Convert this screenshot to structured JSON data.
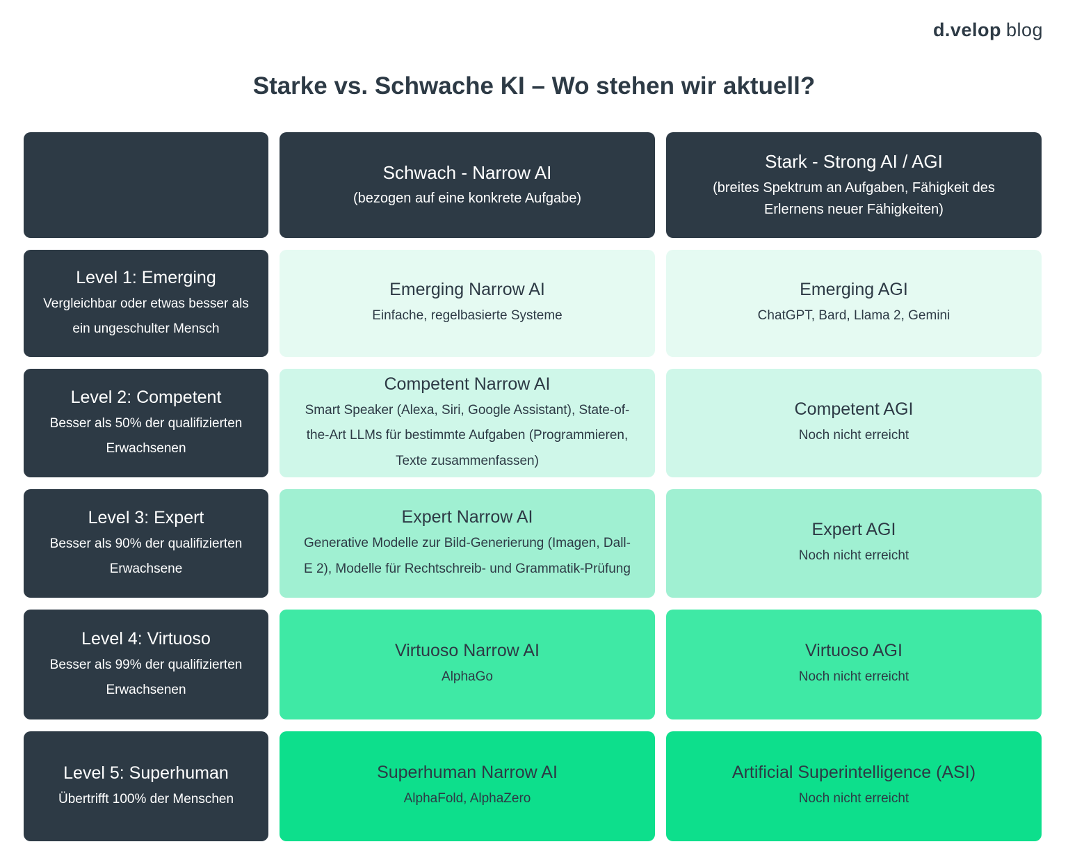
{
  "brand": {
    "name": "d.velop",
    "suffix": "blog"
  },
  "title": "Starke vs. Schwache KI – Wo stehen wir aktuell?",
  "colors": {
    "dark": "#2d3a45",
    "row1": "#e5faf2",
    "row2": "#cff7e9",
    "row3": "#a0f0d2",
    "row4": "#3fe9a5",
    "row5": "#0ddf8c"
  },
  "header": {
    "narrow_title": "Schwach - Narrow AI",
    "narrow_subtitle": "(bezogen auf eine konkrete Aufgabe)",
    "agi_title": "Stark - Strong AI / AGI",
    "agi_subtitle": "(breites Spektrum an Aufgaben, Fähigkeit des Erlernens neuer Fähigkeiten)"
  },
  "rows": [
    {
      "level_title": "Level 1: Emerging",
      "level_desc": "Vergleichbar oder etwas besser als ein ungeschulter Mensch",
      "narrow_title": "Emerging Narrow AI",
      "narrow_desc": "Einfache, regelbasierte Systeme",
      "agi_title": "Emerging AGI",
      "agi_desc": "ChatGPT, Bard, Llama 2, Gemini",
      "bg": "#e5faf2"
    },
    {
      "level_title": "Level 2: Competent",
      "level_desc": "Besser als 50% der qualifizierten Erwachsenen",
      "narrow_title": "Competent Narrow AI",
      "narrow_desc": "Smart Speaker (Alexa, Siri, Google Assistant), State-of-the-Art LLMs für bestimmte Aufgaben (Programmieren, Texte zusammenfassen)",
      "agi_title": "Competent AGI",
      "agi_desc": "Noch nicht erreicht",
      "bg": "#cff7e9"
    },
    {
      "level_title": "Level 3: Expert",
      "level_desc": "Besser als 90% der qualifizierten Erwachsene",
      "narrow_title": "Expert Narrow AI",
      "narrow_desc": "Generative Modelle zur Bild-Generierung (Imagen, Dall-E 2), Modelle für Rechtschreib- und Grammatik-Prüfung",
      "agi_title": "Expert AGI",
      "agi_desc": "Noch nicht erreicht",
      "bg": "#a0f0d2"
    },
    {
      "level_title": "Level 4: Virtuoso",
      "level_desc": "Besser als 99% der qualifizierten Erwachsenen",
      "narrow_title": "Virtuoso Narrow AI",
      "narrow_desc": "AlphaGo",
      "agi_title": "Virtuoso AGI",
      "agi_desc": "Noch nicht erreicht",
      "bg": "#3fe9a5"
    },
    {
      "level_title": "Level 5: Superhuman",
      "level_desc": "Übertrifft 100% der Menschen",
      "narrow_title": "Superhuman Narrow AI",
      "narrow_desc": "AlphaFold, AlphaZero",
      "agi_title": "Artificial Superintelligence (ASI)",
      "agi_desc": "Noch nicht erreicht",
      "bg": "#0ddf8c"
    }
  ]
}
